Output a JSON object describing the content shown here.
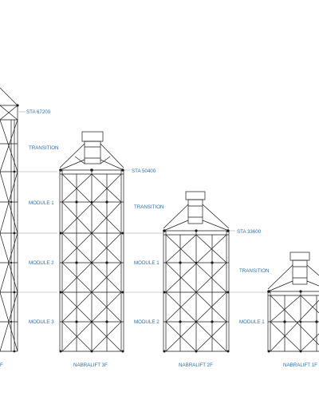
{
  "towers": [
    {
      "name": "",
      "name_partial": "F",
      "station": "STA 67200",
      "sections": [
        "TRANSITION",
        "MODULE 1",
        "MODULE 2",
        "MODULE 3"
      ]
    },
    {
      "name": "NABRALIFT 3F",
      "station": "STA 50400",
      "sections": [
        "TRANSITION",
        "MODULE 1",
        "MODULE 2"
      ]
    },
    {
      "name": "NABRALIFT 2F",
      "station": "STA 33600",
      "sections": [
        "TRANSITION",
        "MODULE 1"
      ]
    },
    {
      "name": "NABRALIFT 1F",
      "station": "",
      "sections": []
    }
  ],
  "colors": {
    "label": "#2a6fb0",
    "structure": "#1a1a1a",
    "level_line": "#9a9a9a"
  }
}
